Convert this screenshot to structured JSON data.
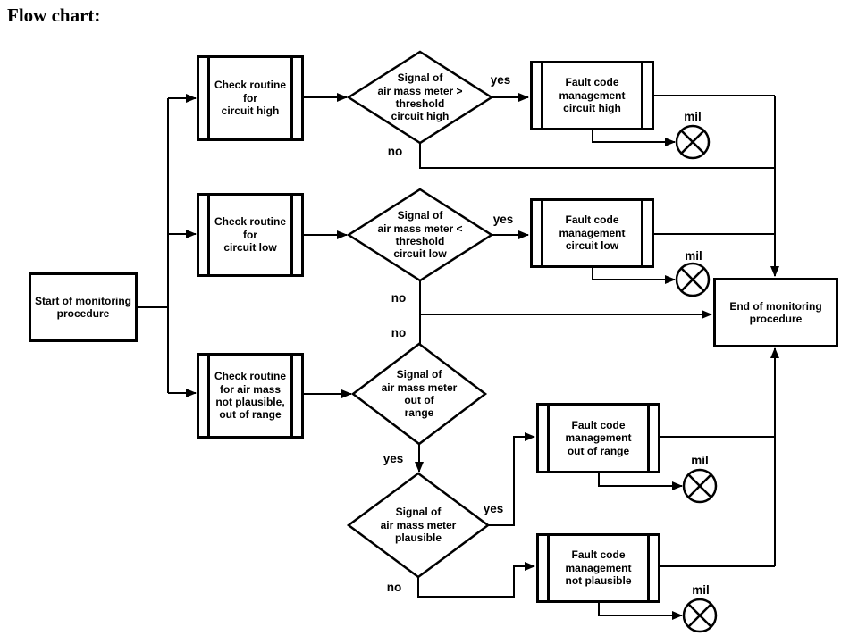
{
  "title": "Flow chart:",
  "colors": {
    "line": "#000000",
    "background": "#ffffff",
    "text": "#000000"
  },
  "nodes": {
    "start": "Start of monitoring\nprocedure",
    "end": "End of monitoring\nprocedure",
    "check_circuit_high": "Check routine\nfor\ncircuit high",
    "check_circuit_low": "Check routine\nfor\ncircuit low",
    "check_plausibility": "Check routine\nfor air mass\nnot plausible,\nout of range",
    "decision_circuit_high": "Signal of\nair mass meter >\nthreshold\ncircuit high",
    "decision_circuit_low": "Signal of\nair mass meter <\nthreshold\ncircuit low",
    "decision_out_of_range": "Signal of\nair mass meter\nout of\nrange",
    "decision_plausible": "Signal of\nair mass meter\nplausible",
    "fault_circuit_high": "Fault code\nmanagement\ncircuit high",
    "fault_circuit_low": "Fault code\nmanagement\ncircuit low",
    "fault_out_of_range": "Fault code\nmanagement\nout of range",
    "fault_not_plausible": "Fault code\nmanagement\nnot plausible"
  },
  "edge_labels": {
    "yes_circuit_high": "yes",
    "no_circuit_high": "no",
    "yes_circuit_low": "yes",
    "no_circuit_low": "no",
    "no_out_of_range": "no",
    "yes_out_of_range": "yes",
    "yes_plausible": "yes",
    "no_plausible": "no",
    "mil_circuit_high": "mil",
    "mil_circuit_low": "mil",
    "mil_out_of_range": "mil",
    "mil_not_plausible": "mil"
  }
}
